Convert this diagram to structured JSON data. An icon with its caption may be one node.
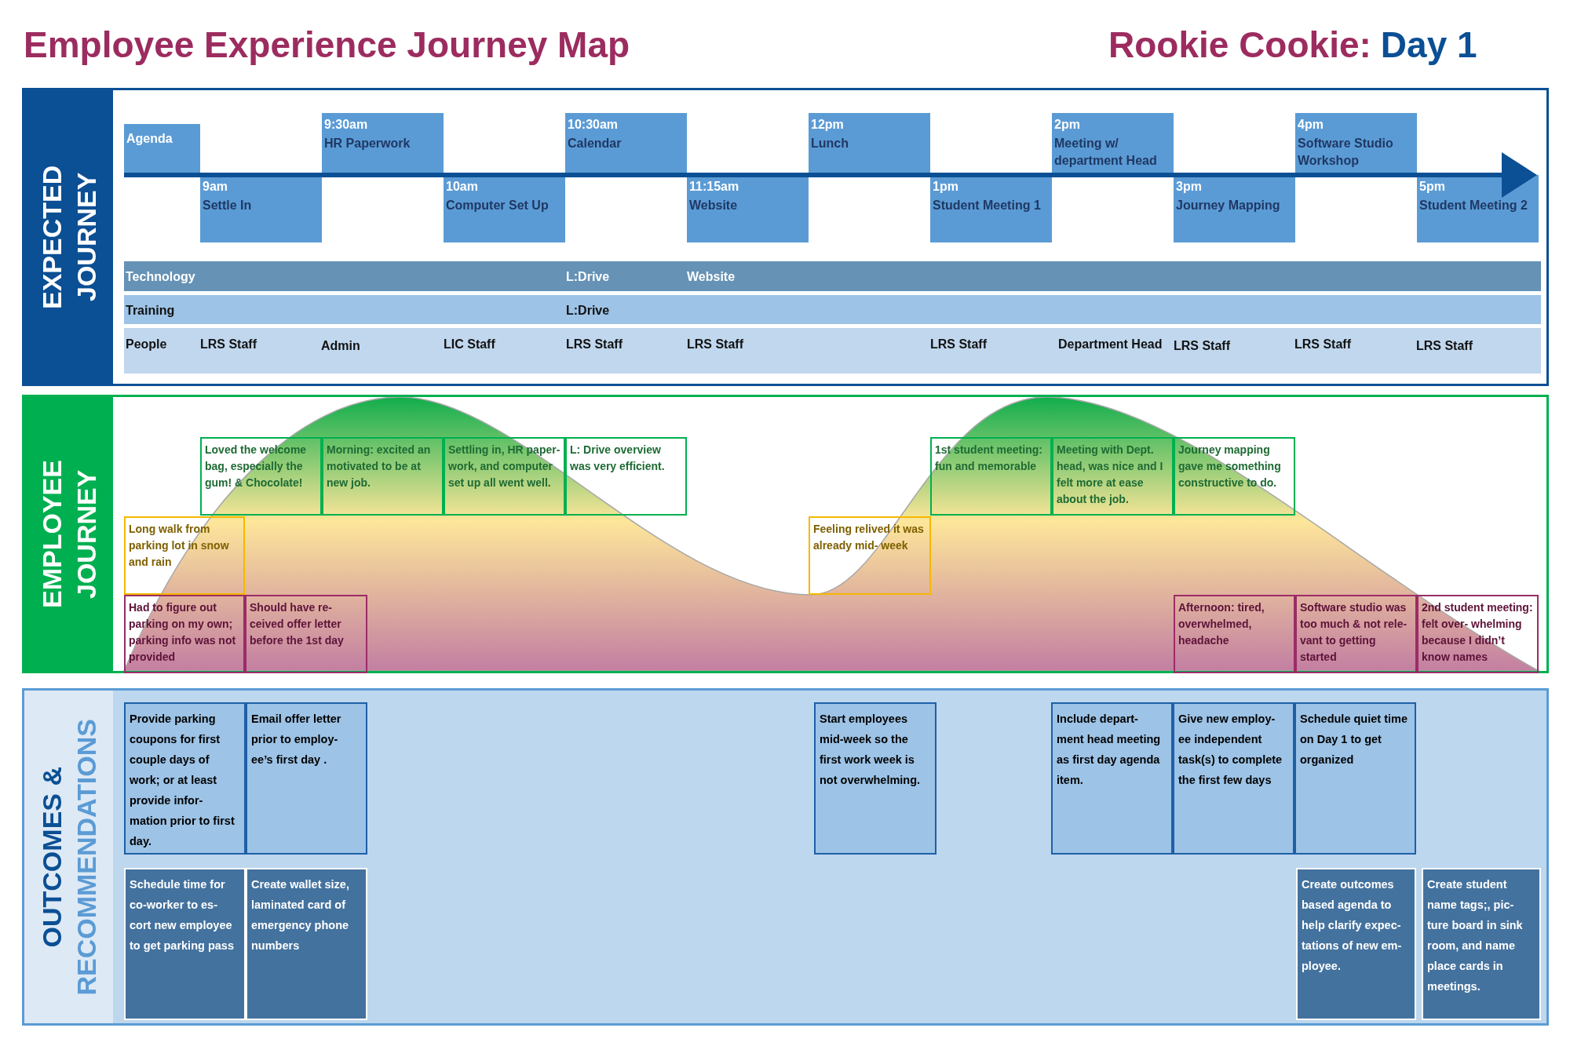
{
  "diagram": {
    "title": "Employee Experience Journey Map",
    "nodes": [
      {
        "text": [
          "EXPECTED JOURNEY"
        ]
      },
      {
        "text": [
          "Agenda"
        ],
        "in": 0
      },
      {
        "text": [
          "9am",
          "Settle In"
        ],
        "in": 0
      },
      {
        "text": [
          "9:30am",
          "HR Paperwork"
        ],
        "in": 0
      },
      {
        "text": [
          "10am",
          "Computer Set Up"
        ],
        "in": 0
      },
      {
        "text": [
          "10:30am",
          "Calendar"
        ],
        "in": 0
      },
      {
        "text": [
          "11:15am",
          "Website"
        ],
        "in": 0
      },
      {
        "text": [
          "12pm",
          "Lunch"
        ],
        "in": 0
      },
      {
        "text": [
          "1pm",
          "Student Meeting 1"
        ],
        "in": 0
      },
      {
        "text": [
          "2pm",
          "Meeting w/ department Head"
        ],
        "in": 0
      },
      {
        "text": [
          "3pm",
          "Journey Mapping"
        ],
        "in": 0
      },
      {
        "text": [
          "4pm",
          "Software Studio Workshop"
        ],
        "in": 0
      },
      {
        "text": [
          "5pm",
          "Student Meeting 2"
        ],
        "in": 0
      },
      {
        "text": [
          "Technology",
          "L:Drive",
          "Website"
        ],
        "in": 0
      },
      {
        "text": [
          "Training",
          "L:Drive"
        ],
        "in": 0
      },
      {
        "text": [
          "People",
          "LRS Staff",
          "Admin",
          "LIC Staff",
          "LRS Staff",
          "LRS Staff",
          "LRS Staff",
          "Department Head",
          "LRS Staff",
          "LRS Staff",
          "LRS Staff"
        ],
        "in": 0
      },
      {
        "text": [
          "EMPLOYEE JOURNEY"
        ]
      },
      {
        "text": [
          "Loved the welcome bag, especially the gum! & Chocolate!"
        ],
        "in": 16
      },
      {
        "text": [
          "Morning: excited an motivated to be at new job."
        ],
        "in": 16
      },
      {
        "text": [
          "Settling in, HR paper- work, and computer set up all went well."
        ],
        "in": 16
      },
      {
        "text": [
          "L: Drive overview was very efficient."
        ],
        "in": 16
      },
      {
        "text": [
          "Long walk from parking lot in snow and rain"
        ],
        "in": 16
      },
      {
        "text": [
          "Had to figure out parking on my own; parking info was not provided"
        ],
        "in": 16
      },
      {
        "text": [
          "Should have re- ceived offer letter before the 1st day"
        ],
        "in": 16
      },
      {
        "text": [
          "Feeling relived it was already mid- week"
        ],
        "in": 16
      },
      {
        "text": [
          "1st student meeting: fun and memorable"
        ],
        "in": 16
      },
      {
        "text": [
          "Meeting with Dept. head, was nice and I felt more at ease about the job."
        ],
        "in": 16
      },
      {
        "text": [
          "Journey mapping gave me something constructive to do."
        ],
        "in": 16
      },
      {
        "text": [
          "Afternoon: tired, overwhelmed, headache"
        ],
        "in": 16
      },
      {
        "text": [
          "Software studio was too much & not rele- vant to getting started"
        ],
        "in": 16
      },
      {
        "text": [
          "2nd student meeting: felt over- whelming because I didn’t know names"
        ],
        "in": 16
      },
      {
        "text": [
          "OUTCOMES &",
          "RECOMMENDATIONS"
        ]
      },
      {
        "text": [
          "Provide parking coupons for first couple days of work; or at least provide infor- mation prior to first day."
        ],
        "in": 31
      },
      {
        "text": [
          "Email offer letter prior to employ- ee’s first day ."
        ],
        "in": 31
      },
      {
        "text": [
          "Start employees mid-week so the first work week is not overwhelming."
        ],
        "in": 31
      },
      {
        "text": [
          "Include depart- ment head meeting as first day agenda item."
        ],
        "in": 31
      },
      {
        "text": [
          "Give new employ- ee independent task(s) to complete the first few days"
        ],
        "in": 31
      },
      {
        "text": [
          "Schedule quiet time on Day 1 to get organized"
        ],
        "in": 31
      },
      {
        "text": [
          "Schedule time for co-worker to es- cort new employee to get parking pass"
        ],
        "in": 31
      },
      {
        "text": [
          "Create wallet size, laminated card of emergency phone numbers"
        ],
        "in": 31
      },
      {
        "text": [
          "Create outcomes based agenda to help clarify expec- tations of new em- ployee."
        ],
        "in": 31
      },
      {
        "text": [
          "Create student name tags;, pic- ture board in sink room, and name place cards in meetings."
        ],
        "in": 31
      }
    ],
    "labels": [
      "Rookie Cookie:",
      "Day 1"
    ]
  }
}
